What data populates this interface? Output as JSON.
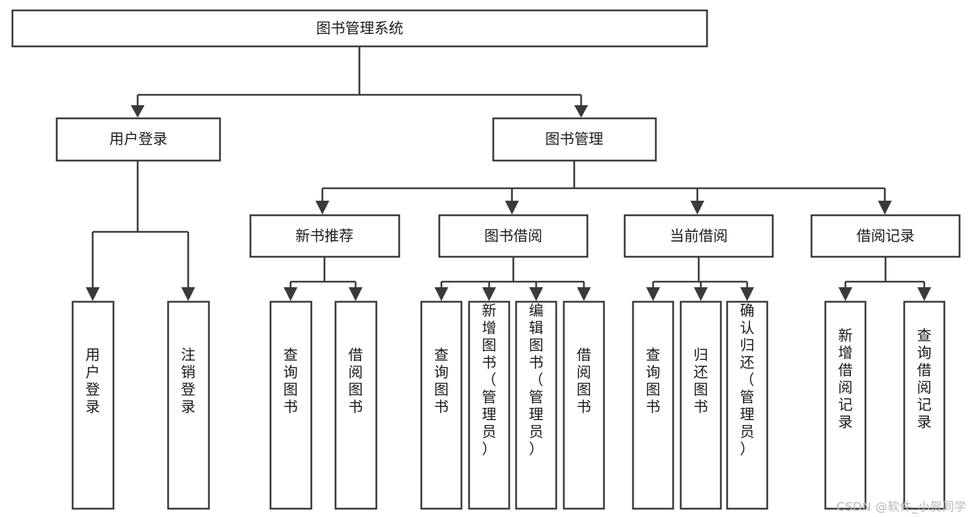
{
  "diagram": {
    "title": "图书管理系统",
    "type": "tree-hierarchy",
    "colors": {
      "stroke": "#3a3a3a",
      "box_fill": "#ffffff",
      "text": "#1b1b1b",
      "background": "#ffffff",
      "watermark": "#b8b8b8"
    },
    "watermark": "CSDN @软件_小贺同学"
  },
  "nodes": {
    "root": {
      "label": "图书管理系统",
      "level": 0,
      "orientation": "horizontal"
    },
    "l1": [
      {
        "id": "user-login",
        "label": "用户登录",
        "level": 1,
        "orientation": "horizontal"
      },
      {
        "id": "book-manage",
        "label": "图书管理",
        "level": 1,
        "orientation": "horizontal"
      }
    ],
    "l2": [
      {
        "id": "new-book-recommend",
        "label": "新书推荐",
        "level": 2,
        "orientation": "horizontal",
        "parent": "book-manage"
      },
      {
        "id": "book-borrow",
        "label": "图书借阅",
        "level": 2,
        "orientation": "horizontal",
        "parent": "book-manage"
      },
      {
        "id": "current-borrow",
        "label": "当前借阅",
        "level": 2,
        "orientation": "horizontal",
        "parent": "book-manage"
      },
      {
        "id": "borrow-record",
        "label": "借阅记录",
        "level": 2,
        "orientation": "horizontal",
        "parent": "book-manage"
      }
    ],
    "leaves": [
      {
        "id": "leaf-user-login",
        "label": "用户登录",
        "parent": "user-login",
        "orientation": "vertical"
      },
      {
        "id": "leaf-logout-login",
        "label": "注销登录",
        "parent": "user-login",
        "orientation": "vertical"
      },
      {
        "id": "leaf-query-book-1",
        "label": "查询图书",
        "parent": "new-book-recommend",
        "orientation": "vertical"
      },
      {
        "id": "leaf-borrow-book-1",
        "label": "借阅图书",
        "parent": "new-book-recommend",
        "orientation": "vertical"
      },
      {
        "id": "leaf-query-book-2",
        "label": "查询图书",
        "parent": "book-borrow",
        "orientation": "vertical"
      },
      {
        "id": "leaf-add-book",
        "label": "新增图书（管理员）",
        "parent": "book-borrow",
        "orientation": "vertical"
      },
      {
        "id": "leaf-edit-book",
        "label": "编辑图书（管理员）",
        "parent": "book-borrow",
        "orientation": "vertical"
      },
      {
        "id": "leaf-borrow-book-2",
        "label": "借阅图书",
        "parent": "book-borrow",
        "orientation": "vertical"
      },
      {
        "id": "leaf-query-book-3",
        "label": "查询图书",
        "parent": "current-borrow",
        "orientation": "vertical"
      },
      {
        "id": "leaf-return-book",
        "label": "归还图书",
        "parent": "current-borrow",
        "orientation": "vertical"
      },
      {
        "id": "leaf-confirm-return",
        "label": "确认归还（管理员）",
        "parent": "current-borrow",
        "orientation": "vertical"
      },
      {
        "id": "leaf-add-record",
        "label": "新增借阅记录",
        "parent": "borrow-record",
        "orientation": "vertical"
      },
      {
        "id": "leaf-query-record",
        "label": "查询借阅记录",
        "parent": "borrow-record",
        "orientation": "vertical"
      }
    ]
  }
}
